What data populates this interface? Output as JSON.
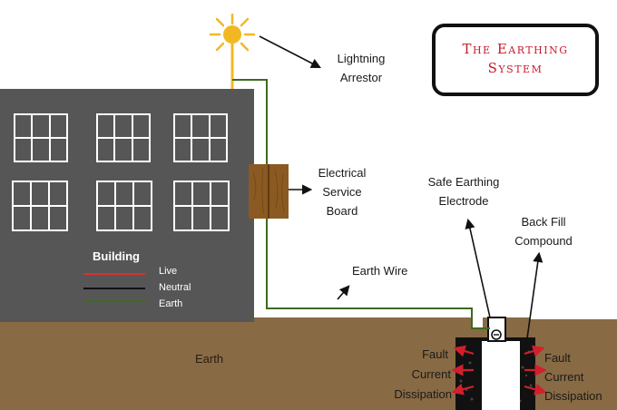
{
  "title": "The Earthing System",
  "labels": {
    "lightning_arrestor": [
      "Lightning",
      "Arrestor"
    ],
    "service_board": [
      "Electrical",
      "Service",
      "Board"
    ],
    "safe_electrode": [
      "Safe Earthing",
      "Electrode"
    ],
    "backfill": [
      "Back Fill",
      "Compound"
    ],
    "earth_wire": "Earth Wire",
    "earth": "Earth",
    "fault_left": [
      "Fault",
      "Current",
      "Dissipation"
    ],
    "fault_right": [
      "Fault",
      "Current",
      "Dissipation"
    ]
  },
  "building": {
    "label": "Building",
    "legend": [
      {
        "name": "Live",
        "color": "#d8322e"
      },
      {
        "name": "Neutral",
        "color": "#111111"
      },
      {
        "name": "Earth",
        "color": "#3c6b1e"
      }
    ]
  },
  "colors": {
    "building": "#565656",
    "ground": "#886a44",
    "sun": "#f2b824",
    "board": "#8a5a22",
    "earth_wire": "#3c6b1e",
    "fault_arrow": "#d21f2e",
    "title": "#c8182a"
  }
}
